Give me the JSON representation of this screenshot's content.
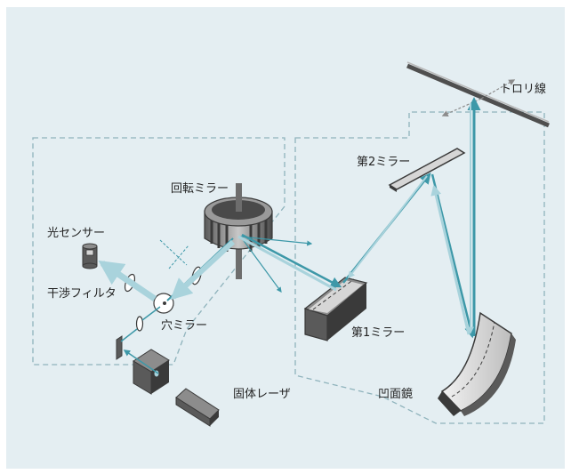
{
  "labels": {
    "trolley_wire": "トロリ線",
    "second_mirror": "第2ミラー",
    "rotating_mirror": "回転ミラー",
    "light_sensor": "光センサー",
    "interference_filter": "干渉フィルタ",
    "hole_mirror": "穴ミラー",
    "first_mirror": "第1ミラー",
    "solid_laser": "固体レーザ",
    "concave_mirror": "凹面鏡"
  },
  "colors": {
    "background": "#e4eef2",
    "beam": "#3d98a8",
    "beam_light": "#a9d3dc",
    "dashed_border": "#8fb3bc",
    "component_dark": "#3a3a3a",
    "component_mid": "#8c8c8c",
    "component_light": "#d6d6d6"
  }
}
